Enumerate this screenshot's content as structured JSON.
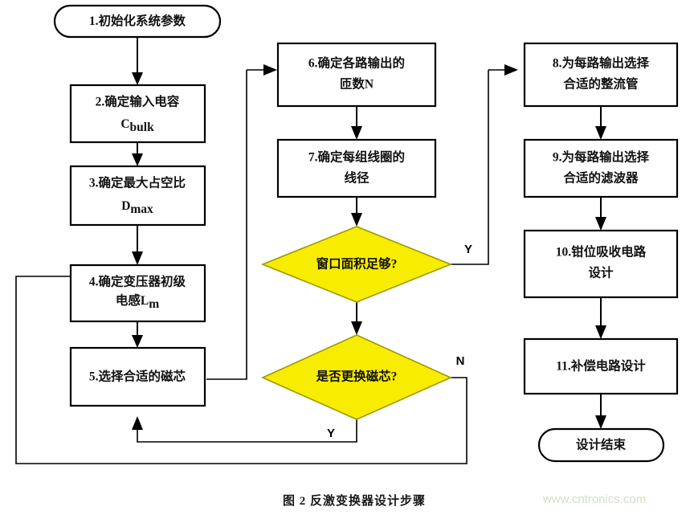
{
  "figure": {
    "caption": "图 2 反激变换器设计步骤",
    "watermark": "www.cntronics.com",
    "colors": {
      "decision_fill": "#f8ec00",
      "decision_stroke": "#9a9a00",
      "process_fill": "#ffffff",
      "line": "#000000",
      "watermark": "#cfe0c8"
    }
  },
  "nodes": {
    "start": {
      "label": "1.初始化系统参数",
      "shape": "terminator"
    },
    "n2": {
      "line1": "2.确定输入电容",
      "line2_main": "C",
      "line2_sub": "bulk",
      "shape": "process"
    },
    "n3": {
      "line1": "3.确定最大占空比",
      "line2_main": "D",
      "line2_sub": "max",
      "shape": "process"
    },
    "n4": {
      "line1": "4.确定变压器初级",
      "line2_main": "电感L",
      "line2_sub": "m",
      "shape": "process"
    },
    "n5": {
      "line1": "5.选择合适的磁芯",
      "shape": "process"
    },
    "n6": {
      "line1": "6.确定各路输出的",
      "line2": "匝数N",
      "shape": "process"
    },
    "n7": {
      "line1": "7.确定每组线圈的",
      "line2": "线径",
      "shape": "process"
    },
    "d1": {
      "label": "窗口面积足够?",
      "shape": "decision"
    },
    "d2": {
      "label": "是否更换磁芯?",
      "shape": "decision"
    },
    "n8": {
      "line1": "8.为每路输出选择",
      "line2": "合适的整流管",
      "shape": "process"
    },
    "n9": {
      "line1": "9.为每路输出选择",
      "line2": "合适的滤波器",
      "shape": "process"
    },
    "n10": {
      "line1": "10.钳位吸收电路",
      "line2": "设计",
      "shape": "process"
    },
    "n11": {
      "line1": "11.补偿电路设计",
      "shape": "process"
    },
    "end": {
      "label": "设计结束",
      "shape": "terminator"
    }
  },
  "branch_labels": {
    "d1_yes": "Y",
    "d2_no": "N",
    "d2_yes": "Y"
  }
}
